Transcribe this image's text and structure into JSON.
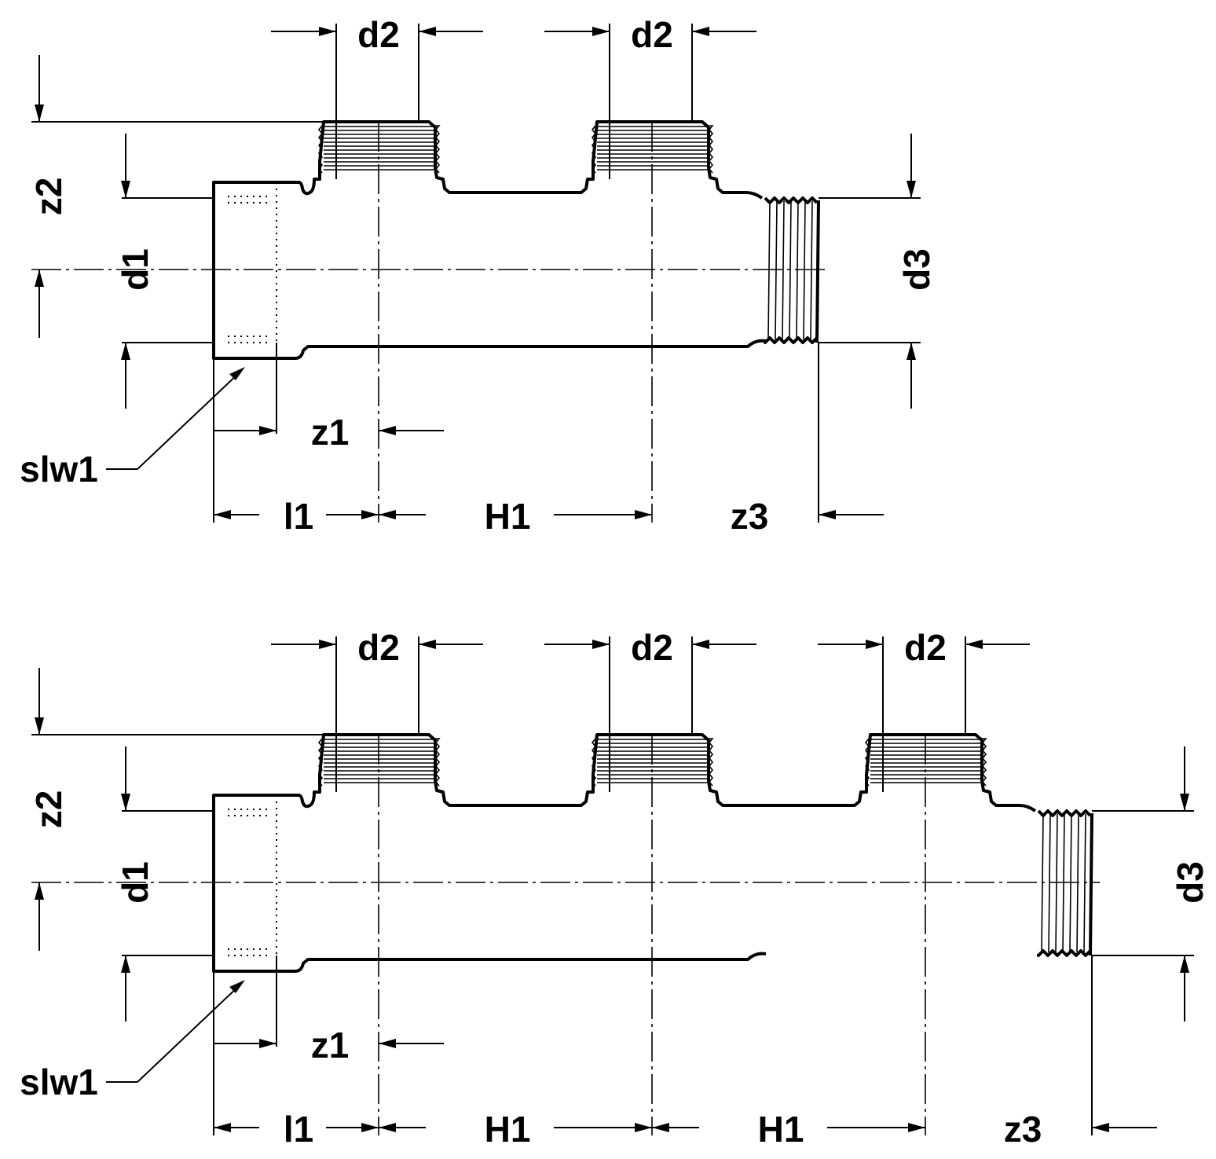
{
  "drawings": [
    {
      "name": "manifold-2-outlets",
      "branches": 2,
      "labels": {
        "d2": [
          "d2",
          "d2"
        ],
        "z2": "z2",
        "d1": "d1",
        "d3": "d3",
        "z1": "z1",
        "slw1": "slw1",
        "l1": "l1",
        "H1": [
          "H1"
        ],
        "z3": "z3"
      }
    },
    {
      "name": "manifold-3-outlets",
      "branches": 3,
      "labels": {
        "d2": [
          "d2",
          "d2",
          "d2"
        ],
        "z2": "z2",
        "d1": "d1",
        "d3": "d3",
        "z1": "z1",
        "slw1": "slw1",
        "l1": "l1",
        "H1": [
          "H1",
          "H1"
        ],
        "z3": "z3"
      }
    }
  ]
}
